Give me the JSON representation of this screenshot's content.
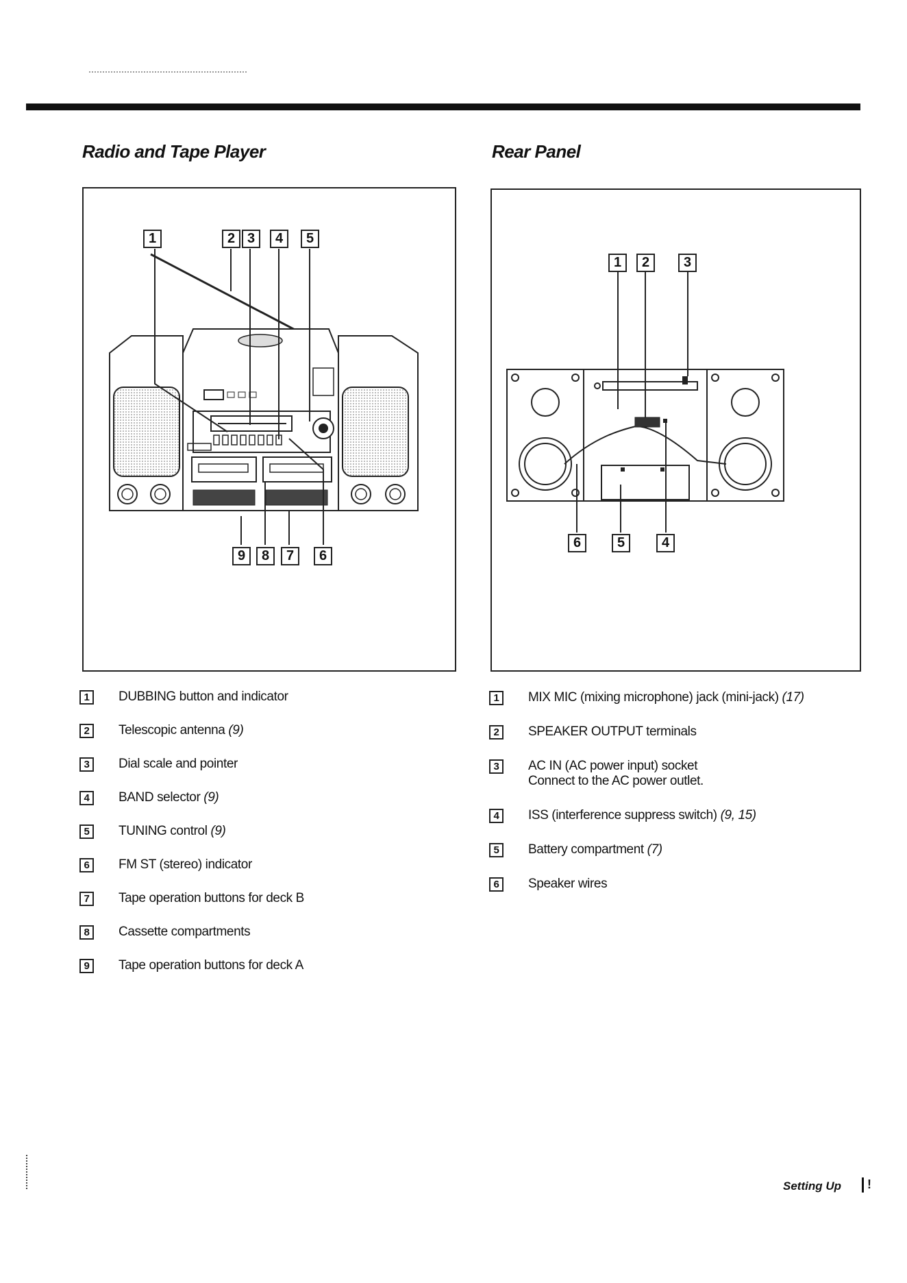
{
  "sections": {
    "left_title": "Radio and Tape Player",
    "right_title": "Rear Panel"
  },
  "left_figure": {
    "callouts_top": [
      "1",
      "2",
      "3",
      "4",
      "5"
    ],
    "callouts_bottom": [
      "9",
      "8",
      "7",
      "6"
    ]
  },
  "right_figure": {
    "callouts_top": [
      "1",
      "2",
      "3"
    ],
    "callouts_bottom": [
      "6",
      "5",
      "4"
    ]
  },
  "left_legend": [
    {
      "num": "1",
      "text": "DUBBING button and indicator",
      "ref": ""
    },
    {
      "num": "2",
      "text": "Telescopic antenna",
      "ref": "(9)"
    },
    {
      "num": "3",
      "text": "Dial scale and pointer",
      "ref": ""
    },
    {
      "num": "4",
      "text": "BAND selector",
      "ref": "(9)"
    },
    {
      "num": "5",
      "text": "TUNING control",
      "ref": "(9)"
    },
    {
      "num": "6",
      "text": "FM ST (stereo) indicator",
      "ref": ""
    },
    {
      "num": "7",
      "text": "Tape operation buttons for deck B",
      "ref": ""
    },
    {
      "num": "8",
      "text": "Cassette compartments",
      "ref": ""
    },
    {
      "num": "9",
      "text": "Tape operation buttons for deck A",
      "ref": ""
    }
  ],
  "right_legend": [
    {
      "num": "1",
      "text": "MIX MIC (mixing microphone) jack (mini-jack)",
      "ref": "(17)",
      "sub": ""
    },
    {
      "num": "2",
      "text": "SPEAKER OUTPUT terminals",
      "ref": "",
      "sub": ""
    },
    {
      "num": "3",
      "text": "AC IN (AC power input) socket",
      "ref": "",
      "sub": "Connect to the AC power outlet."
    },
    {
      "num": "4",
      "text": "ISS (interference suppress switch)",
      "ref": "(9, 15)",
      "sub": ""
    },
    {
      "num": "5",
      "text": "Battery compartment",
      "ref": "(7)",
      "sub": ""
    },
    {
      "num": "6",
      "text": "Speaker wires",
      "ref": "",
      "sub": ""
    }
  ],
  "footer": {
    "section_name": "Setting Up",
    "page_marker": "!"
  }
}
